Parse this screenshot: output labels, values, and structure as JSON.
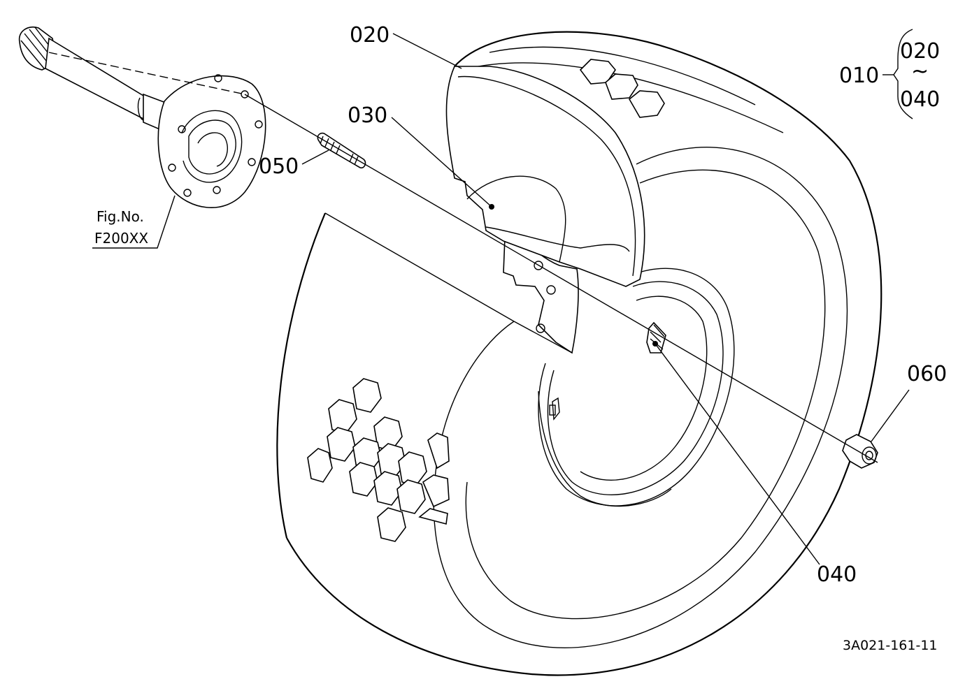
{
  "labels": {
    "p010": "010",
    "p020": "020",
    "p030": "030",
    "p040": "040",
    "p050": "050",
    "p060": "060",
    "range_top": "020",
    "range_tilde": "~",
    "range_bottom": "040"
  },
  "fig_ref": {
    "line1": "Fig.No.",
    "line2": "F200XX"
  },
  "drawing_number": "3A021-161-11"
}
